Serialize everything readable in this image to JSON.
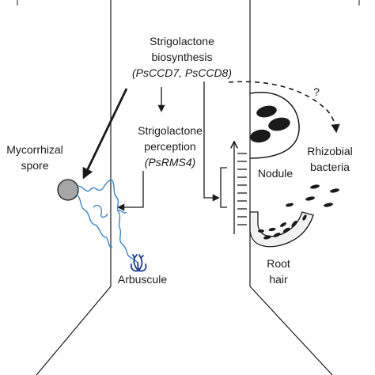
{
  "labels": {
    "biosynthesis_line1": "Strigolactone",
    "biosynthesis_line2": "biosynthesis",
    "biosynthesis_genes": "(PsCCD7, PsCCD8)",
    "perception_line1": "Strigolactone",
    "perception_line2": "perception",
    "perception_gene": "(PsRMS4)",
    "mycorrhizal_line1": "Mycorrhizal",
    "mycorrhizal_line2": "spore",
    "arbuscule": "Arbuscule",
    "nodule": "Nodule",
    "rhizobial_line1": "Rhizobial",
    "rhizobial_line2": "bacteria",
    "root_line1": "Root",
    "root_line2": "hair",
    "question_mark": "?"
  },
  "colors": {
    "line": "#1a1a1a",
    "hyphae": "#3a86c8",
    "arbuscule": "#1f3a93",
    "spore": "#a6a6a6",
    "root_hair_fill": "#f2f2f2"
  }
}
